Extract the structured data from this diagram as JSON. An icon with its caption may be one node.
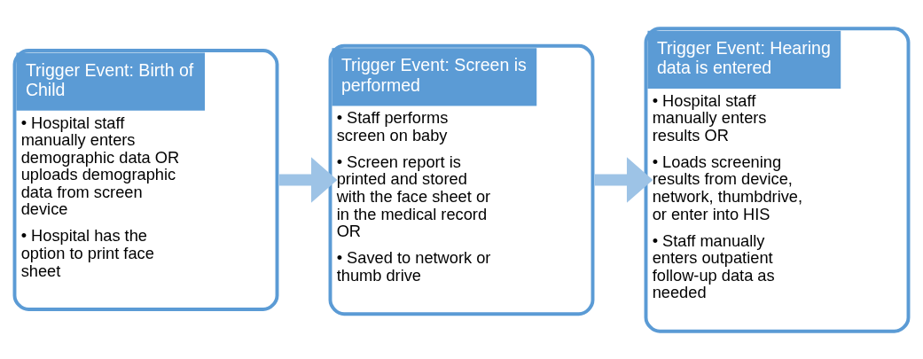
{
  "diagram": {
    "nodes": [
      {
        "text": [
          "Trigger Event: Birth of Child",
          "• Hospital staff manually enters demographic data OR uploads demographic data from screen device",
          "• Hospital has the option to print face sheet"
        ]
      },
      {
        "text": [
          "Trigger Event: Screen is performed",
          "• Staff performs screen on baby",
          "• Screen report is printed and stored with the face sheet or in the medical record OR",
          "• Saved to network or thumb drive"
        ]
      },
      {
        "text": [
          "Trigger Event: Hearing data is entered",
          "• Hospital staff manually enters results OR",
          "• Loads screening results from device, network, thumbdrive, or enter into HIS",
          "• Staff manually enters outpatient follow-up data as needed"
        ]
      }
    ],
    "edges": [
      {
        "from": 0,
        "to": 1,
        "arrow": "to"
      },
      {
        "from": 1,
        "to": 2,
        "arrow": "to"
      }
    ]
  }
}
